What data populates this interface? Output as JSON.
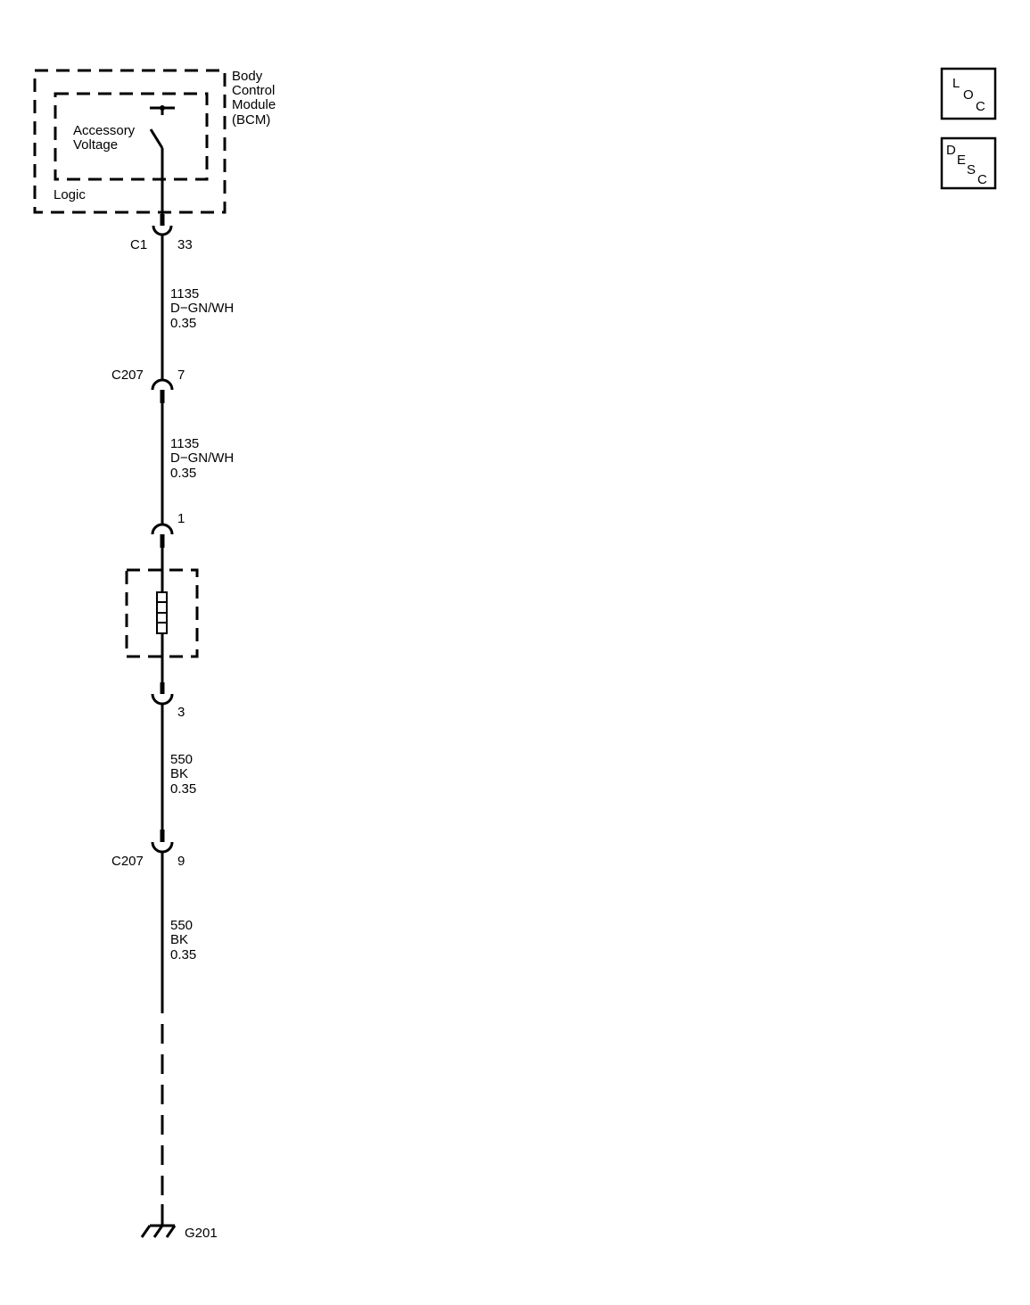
{
  "bcm": {
    "label_lines": [
      "Body",
      "Control",
      "Module",
      "(BCM)"
    ],
    "inner_label_lines": [
      "Accessory",
      "Voltage"
    ],
    "logic_label": "Logic"
  },
  "connectors": {
    "c1": {
      "name": "C1",
      "pin": "33"
    },
    "c207_top": {
      "name": "C207",
      "pin": "7"
    },
    "comp_pin_top": {
      "pin": "1"
    },
    "comp_pin_bottom": {
      "pin": "3"
    },
    "c207_bottom": {
      "name": "C207",
      "pin": "9"
    }
  },
  "wires": [
    {
      "circuit": "1135",
      "color": "D−GN/WH",
      "gauge": "0.35"
    },
    {
      "circuit": "1135",
      "color": "D−GN/WH",
      "gauge": "0.35"
    },
    {
      "circuit": "550",
      "color": "BK",
      "gauge": "0.35"
    },
    {
      "circuit": "550",
      "color": "BK",
      "gauge": "0.35"
    }
  ],
  "ground": {
    "name": "G201"
  },
  "buttons": {
    "loc": {
      "letters": [
        "L",
        "O",
        "C"
      ]
    },
    "desc": {
      "letters": [
        "D",
        "E",
        "S",
        "C"
      ]
    }
  }
}
